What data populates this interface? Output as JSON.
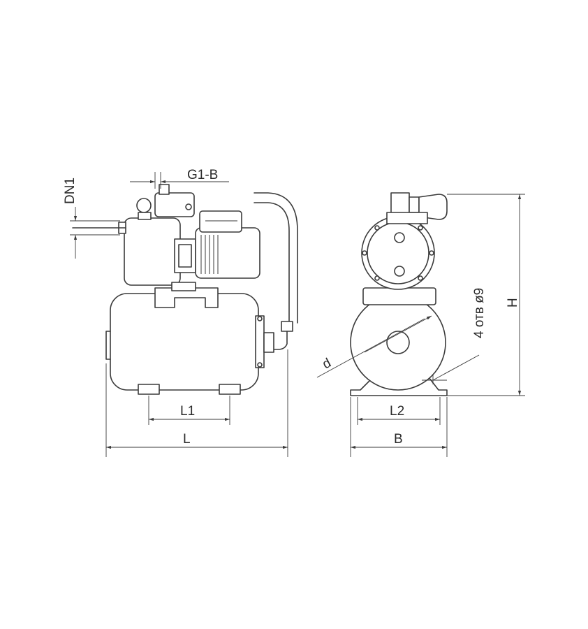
{
  "labels": {
    "g1b": "G1-B",
    "dn1": "DN1",
    "l1": "L1",
    "l": "L",
    "l2": "L2",
    "b": "B",
    "h": "H",
    "d": "d",
    "holes": "4 отв  ø9"
  }
}
